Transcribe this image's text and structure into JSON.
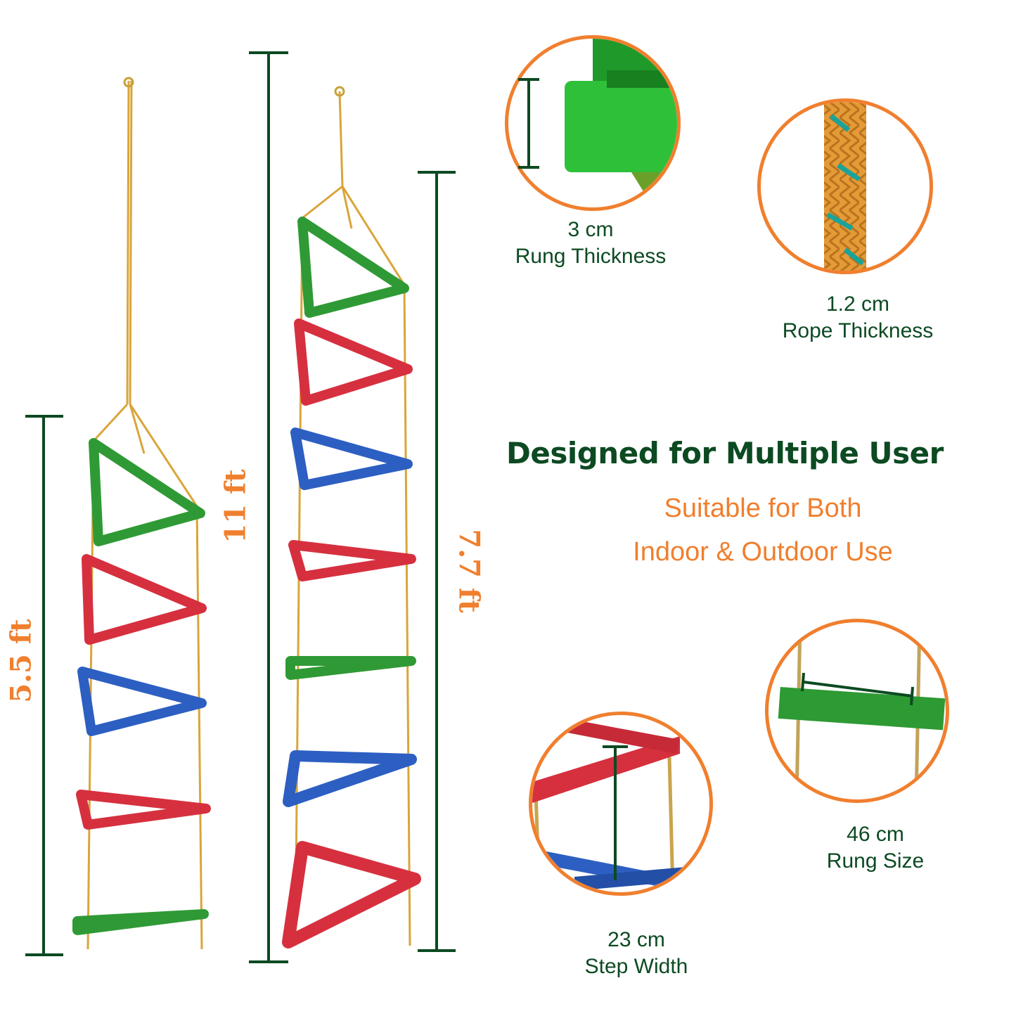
{
  "dimensions": {
    "short_ladder_height": "5.5 ft",
    "total_height": "11 ft",
    "long_ladder_height": "7.7 ft"
  },
  "features": {
    "rung_thickness": {
      "value": "3 cm",
      "label": "Rung Thickness"
    },
    "rope_thickness": {
      "value": "1.2 cm",
      "label": "Rope Thickness"
    },
    "step_width": {
      "value": "23 cm",
      "label": "Step Width"
    },
    "rung_size": {
      "value": "46 cm",
      "label": "Rung Size"
    }
  },
  "headline": "Designed for Multiple User",
  "subtitle": {
    "line1": "Suitable for Both",
    "line2": "Indoor & Outdoor Use"
  },
  "colors": {
    "dark_green": "#0c4a22",
    "orange": "#f07f2e",
    "rung_green": "#2f9a35",
    "rung_red": "#d6303f",
    "rung_blue": "#2d5fc2",
    "rope": "#d9a53a"
  },
  "icons": [
    "short-ladder-image",
    "long-ladder-image",
    "rung-closeup-image",
    "rope-closeup-image",
    "step-closeup-image",
    "rung-size-closeup-image"
  ]
}
